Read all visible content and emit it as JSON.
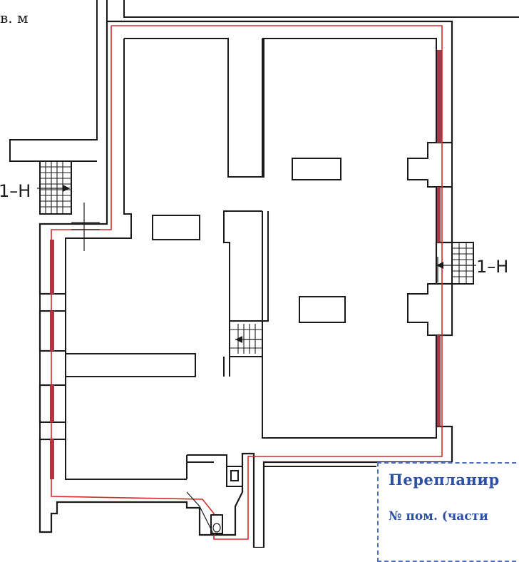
{
  "corner_note": "в. м",
  "section_markers": {
    "left": "1–Н",
    "right": "1–Н"
  },
  "stamp": {
    "line1": "Перепланир",
    "line2": "№ пом. (части"
  },
  "colors": {
    "walls": "#1a1a1a",
    "boundary_line": "#d42a2a",
    "window_glazing": "#a33a4a",
    "stamp": "#2c4fa8"
  },
  "icons": [
    "section-arrow-icon",
    "section-arrow-icon",
    "stair-arrow-icon"
  ]
}
